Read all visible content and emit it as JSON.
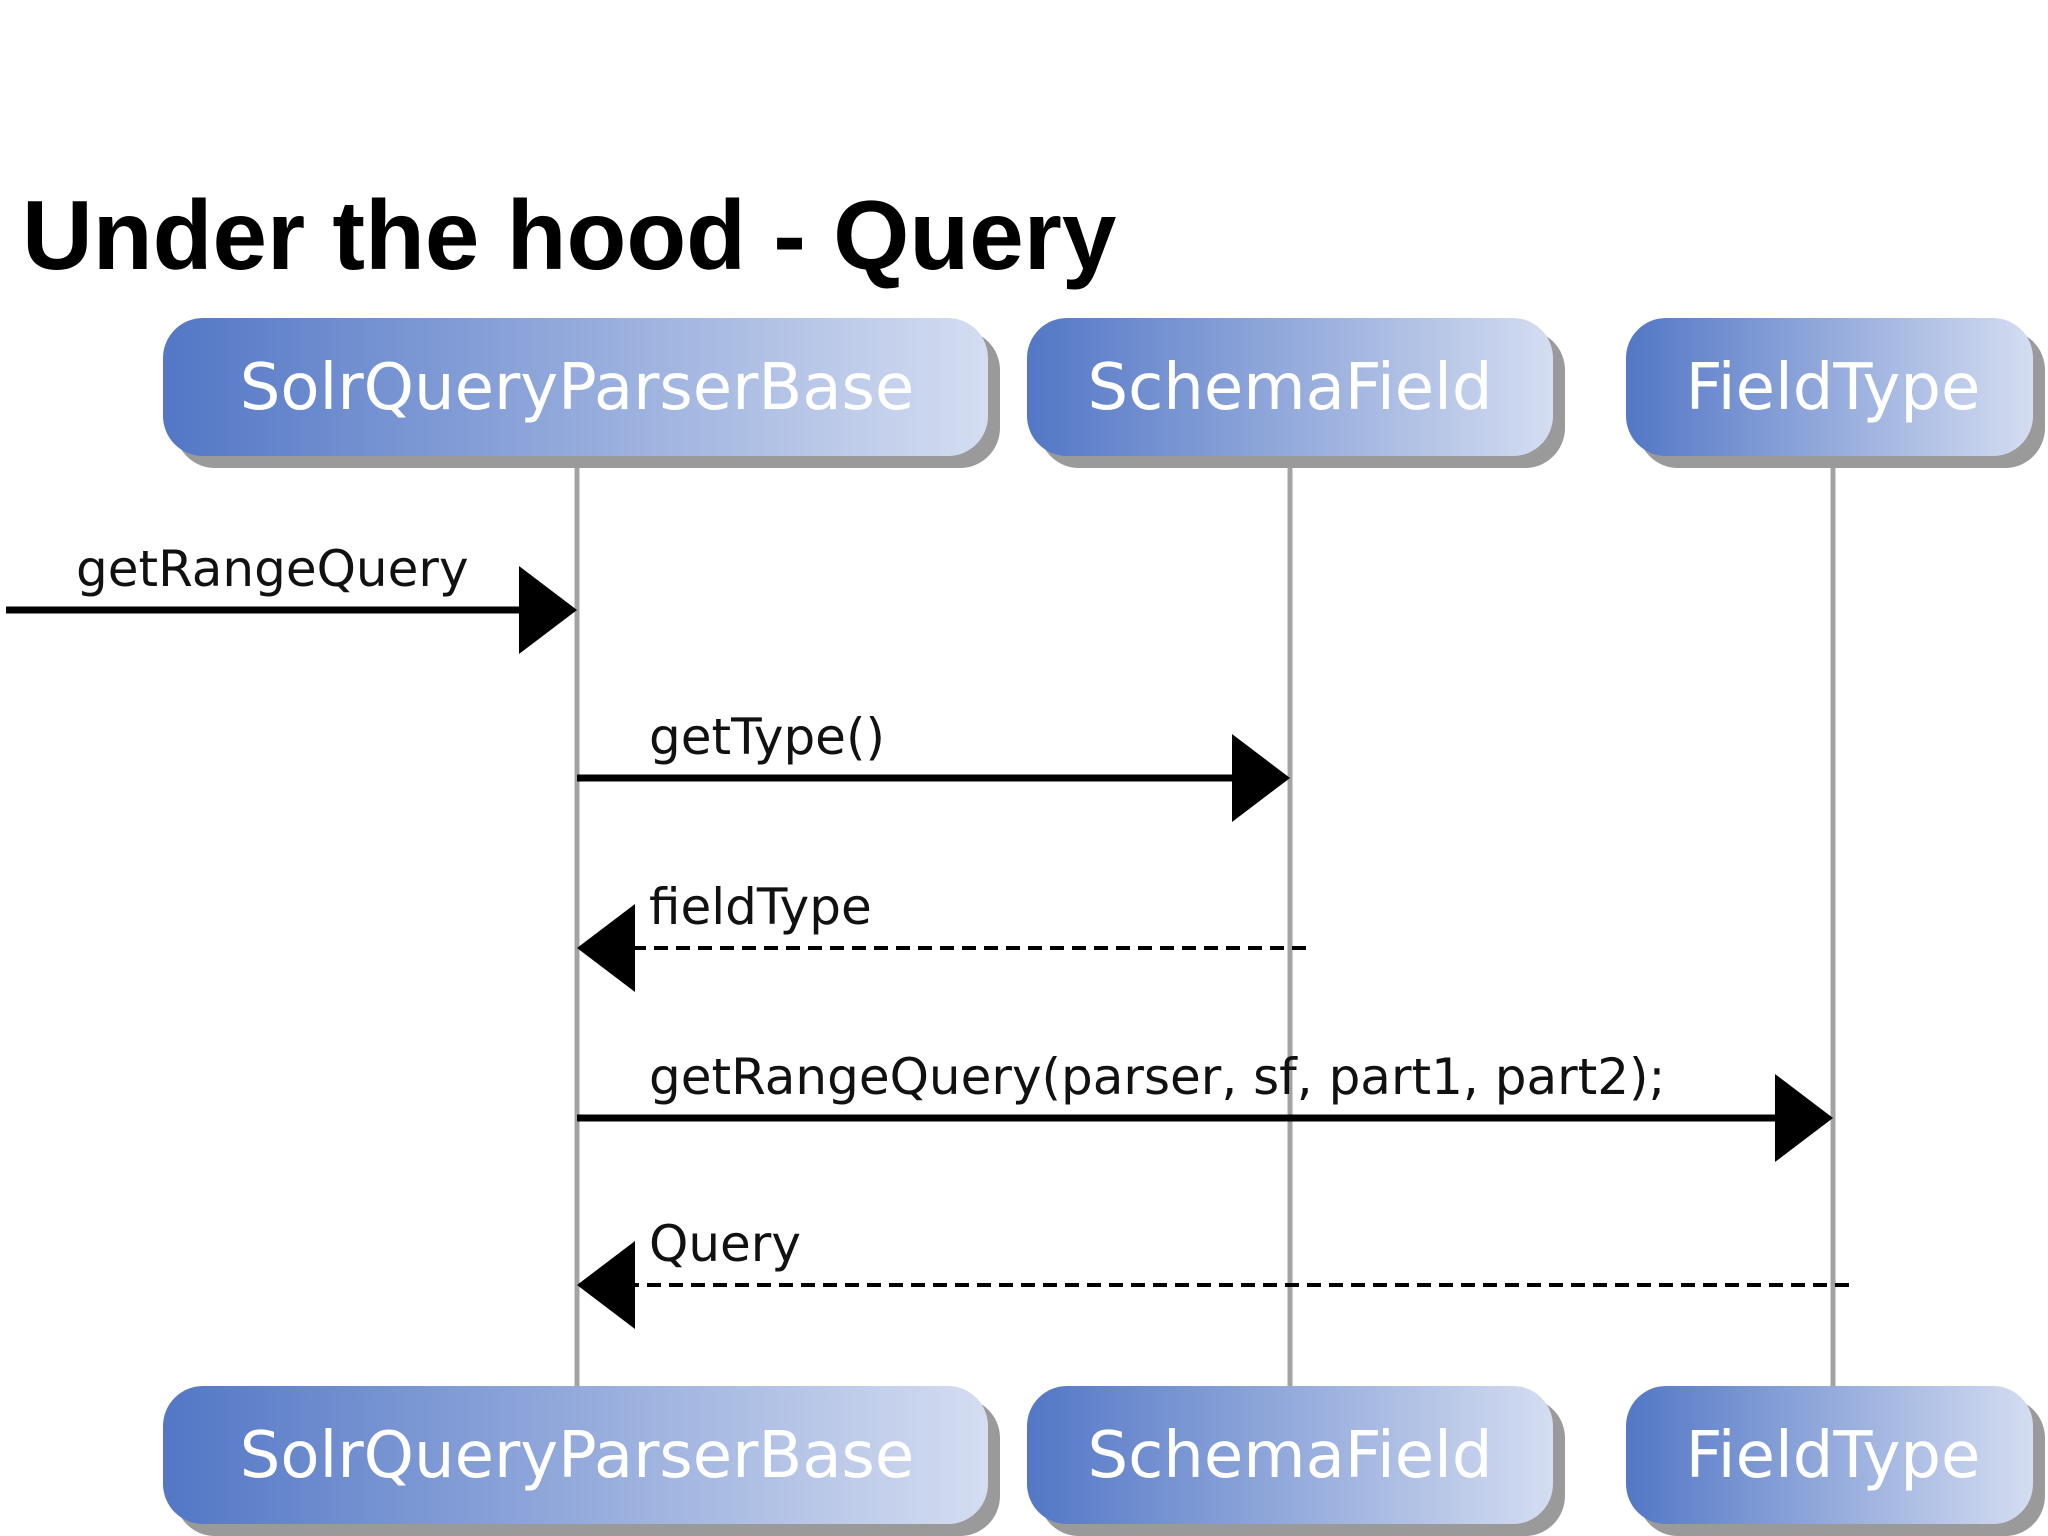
{
  "title": "Under the hood - Query",
  "colors": {
    "box_start": "#5377c6",
    "box_end": "#d4ddf1",
    "box_shadow": "#9a9a9a",
    "lifeline": "#a3a3a3",
    "arrow": "#000000"
  },
  "participants": [
    {
      "id": "solr-query-parser-base",
      "label": "SolrQueryParserBase"
    },
    {
      "id": "schema-field",
      "label": "SchemaField"
    },
    {
      "id": "field-type",
      "label": "FieldType"
    }
  ],
  "messages": [
    {
      "id": "get-range-query",
      "label": "getRangeQuery",
      "from": null,
      "to": "solr-query-parser-base",
      "style": "solid"
    },
    {
      "id": "get-type",
      "label": "getType()",
      "from": "solr-query-parser-base",
      "to": "schema-field",
      "style": "solid"
    },
    {
      "id": "field-type-return",
      "label": "fieldType",
      "from": "schema-field",
      "to": "solr-query-parser-base",
      "style": "dashed"
    },
    {
      "id": "get-range-query-call",
      "label": "getRangeQuery(parser, sf, part1, part2);",
      "from": "solr-query-parser-base",
      "to": "field-type",
      "style": "solid"
    },
    {
      "id": "query-return",
      "label": "Query",
      "from": "field-type",
      "to": "solr-query-parser-base",
      "style": "dashed"
    }
  ]
}
